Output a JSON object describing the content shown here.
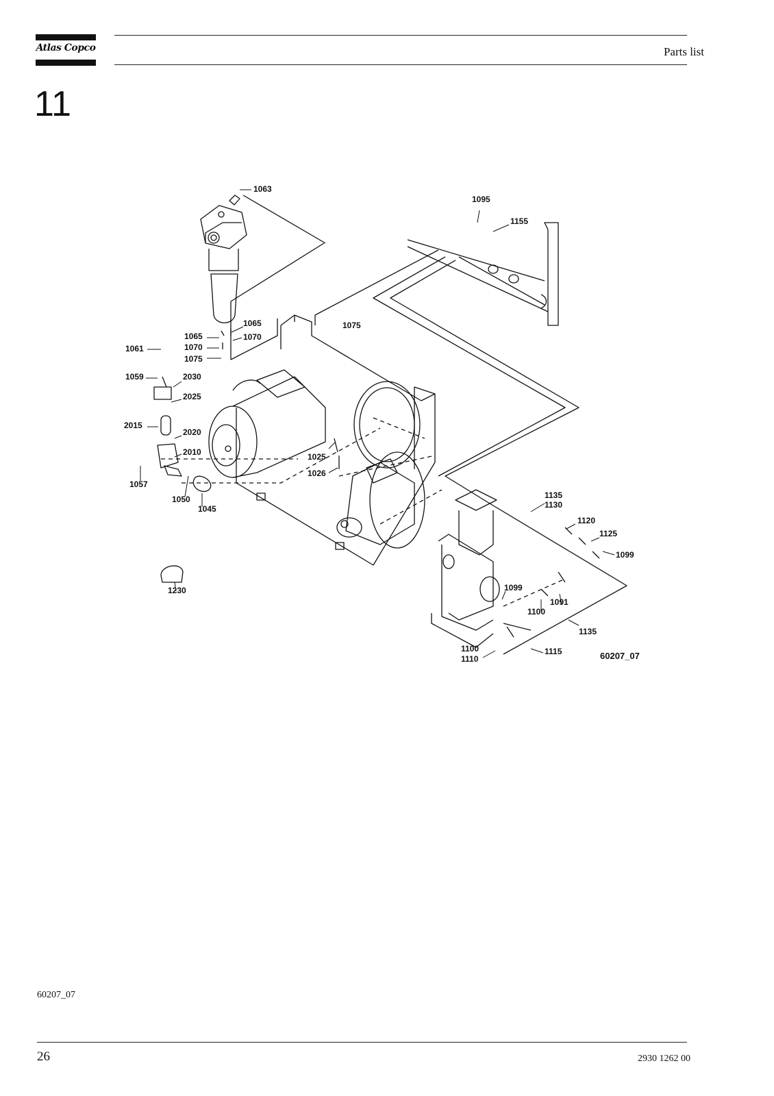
{
  "header": {
    "brand": "Atlas Copco",
    "title": "Parts list"
  },
  "section": {
    "number": "11"
  },
  "figure": {
    "code": "60207_07",
    "callouts": {
      "c1063": "1063",
      "c1095": "1095",
      "c1155": "1155",
      "c1065a": "1065",
      "c1065b": "1065",
      "c1070a": "1070",
      "c1070b": "1070",
      "c1075a": "1075",
      "c1075b": "1075",
      "c1061": "1061",
      "c1059": "1059",
      "c2030": "2030",
      "c2025": "2025",
      "c2015": "2015",
      "c2020": "2020",
      "c2010": "2010",
      "c1057": "1057",
      "c1050": "1050",
      "c1045": "1045",
      "c1025": "1025",
      "c1026": "1026",
      "c1230": "1230",
      "c1135a": "1135",
      "c1130": "1130",
      "c1120": "1120",
      "c1125": "1125",
      "c1099a": "1099",
      "c1099b": "1099",
      "c1100a": "1100",
      "c1091": "1091",
      "c1135b": "1135",
      "c1100b": "1100",
      "c1110": "1110",
      "c1115": "1115"
    }
  },
  "footer": {
    "doc_ref": "60207_07",
    "page": "26",
    "doc_number": "2930 1262 00"
  }
}
